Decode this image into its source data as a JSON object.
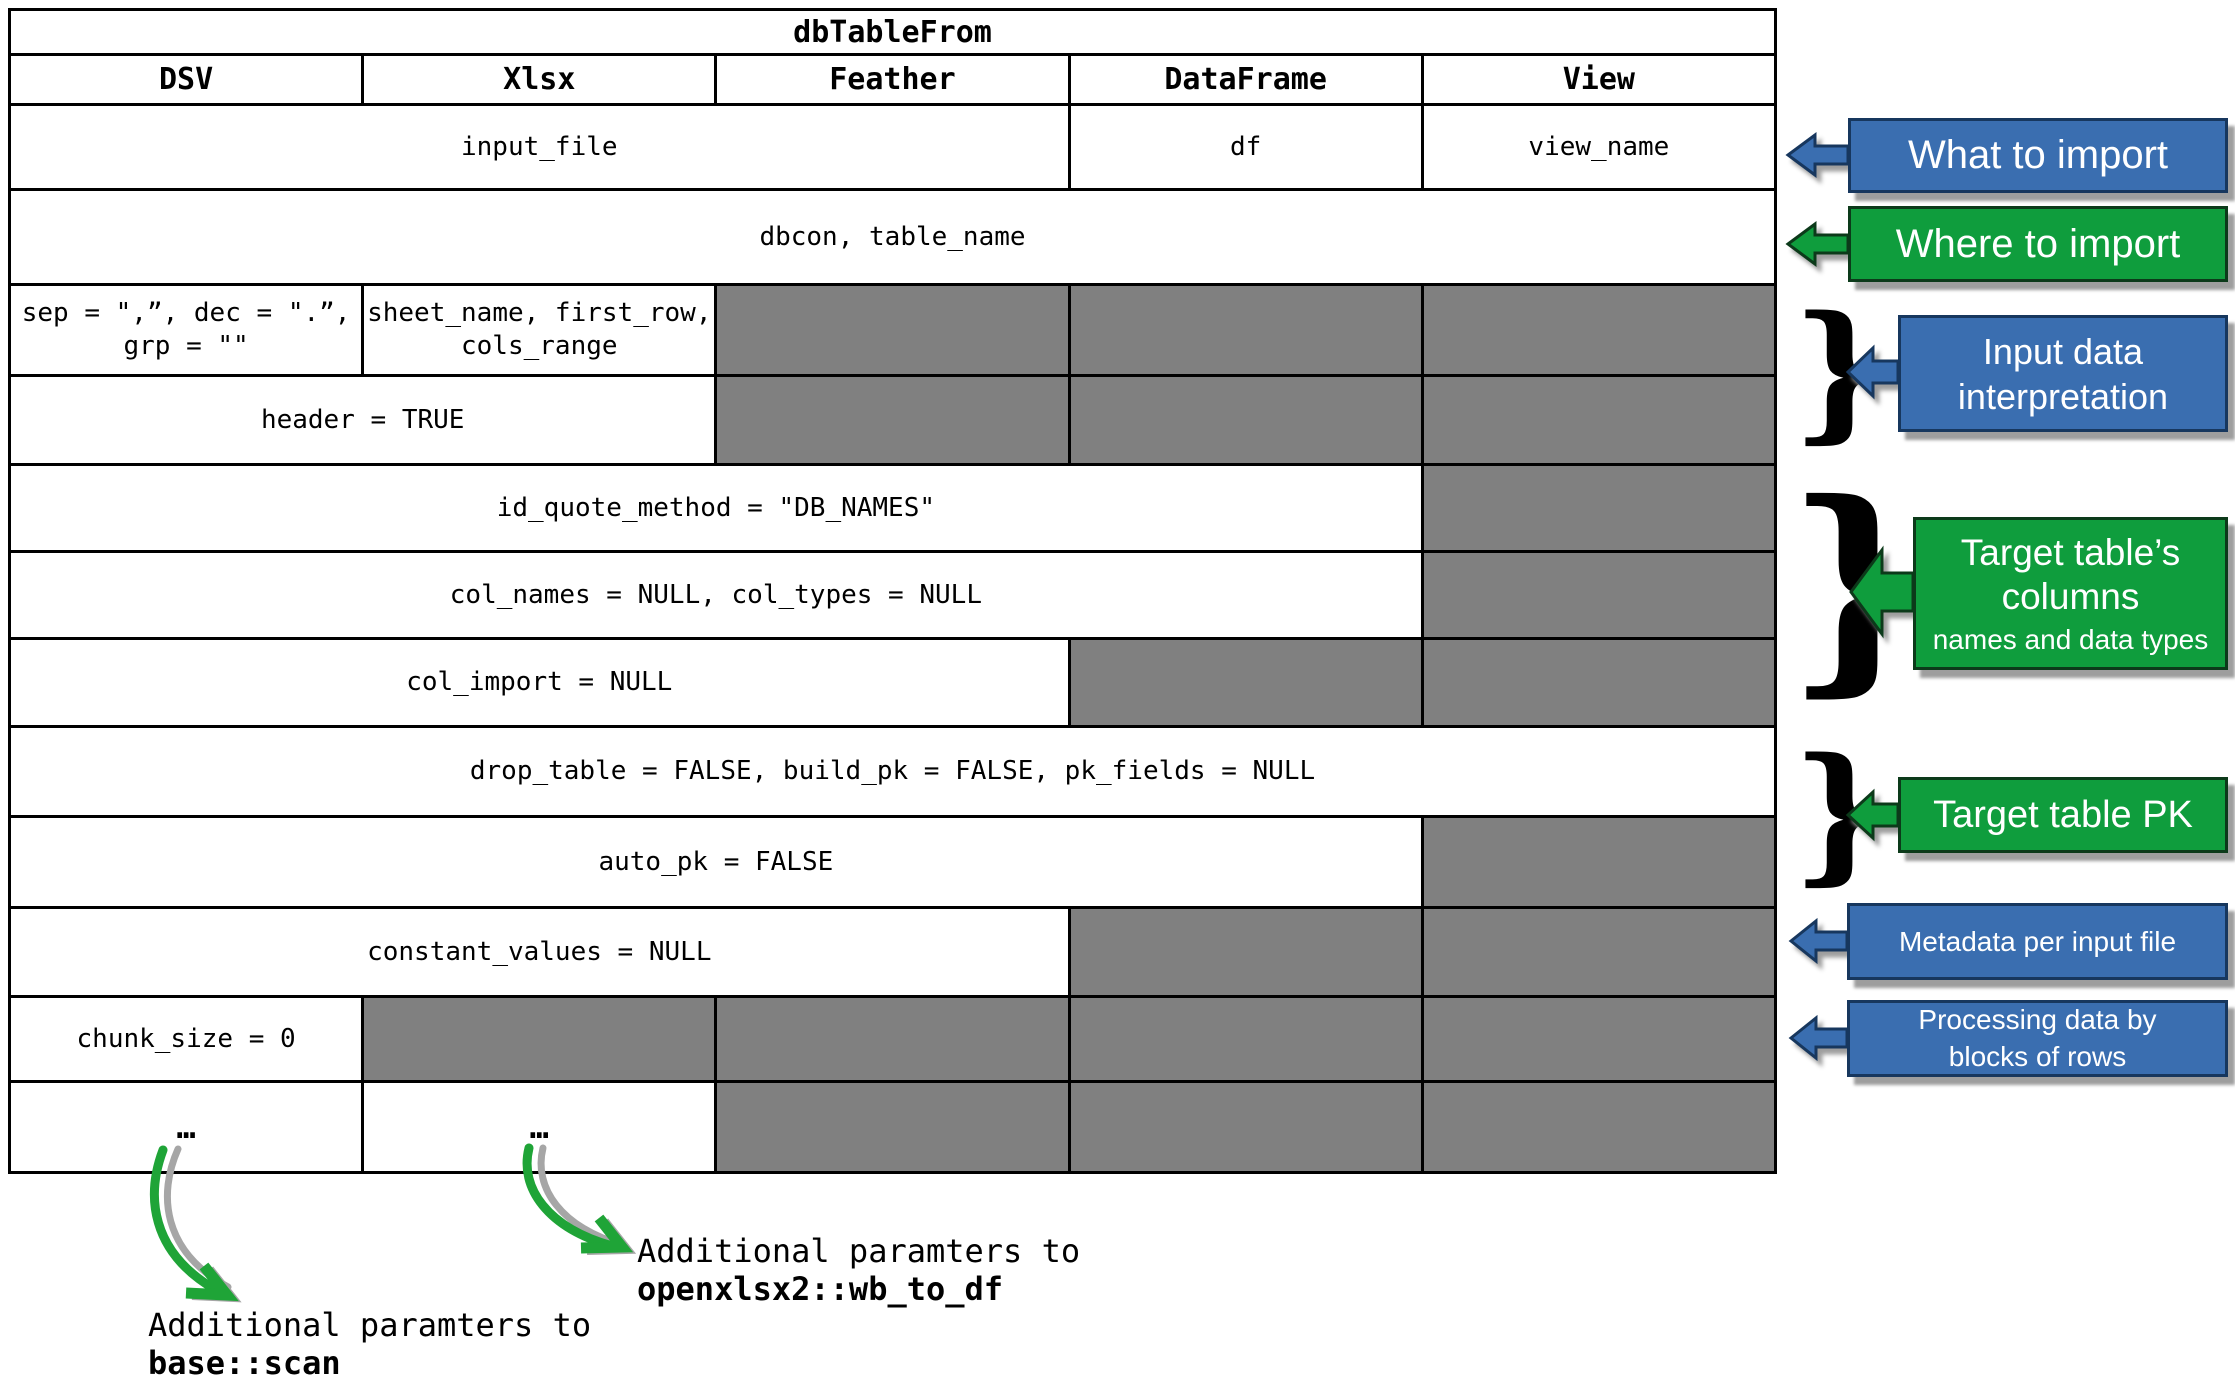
{
  "colors": {
    "blue": "#3a6eb0",
    "green": "#0f9d3d",
    "gray_cell": "#808080",
    "arrow_green": "#1fa437",
    "arrow_shadow": "#a6a6a6"
  },
  "table": {
    "title": "dbTableFrom",
    "columns": [
      "DSV",
      "Xlsx",
      "Feather",
      "DataFrame",
      "View"
    ],
    "rows": [
      {
        "cells": [
          {
            "text": "input_file",
            "span": 3
          },
          {
            "text": "df",
            "span": 1
          },
          {
            "text": "view_name",
            "span": 1
          }
        ]
      },
      {
        "cells": [
          {
            "text": "dbcon, table_name",
            "span": 5
          }
        ]
      },
      {
        "cells": [
          {
            "lines": [
              "sep = \",”, dec = \".”,",
              "grp = \"\""
            ],
            "span": 1
          },
          {
            "lines": [
              "sheet_name, first_row,",
              "cols_range"
            ],
            "span": 1
          },
          {
            "gray": true,
            "span": 1
          },
          {
            "gray": true,
            "span": 1
          },
          {
            "gray": true,
            "span": 1
          }
        ]
      },
      {
        "cells": [
          {
            "text": "header = TRUE",
            "span": 2
          },
          {
            "gray": true,
            "span": 1
          },
          {
            "gray": true,
            "span": 1
          },
          {
            "gray": true,
            "span": 1
          }
        ]
      },
      {
        "cells": [
          {
            "text": "id_quote_method = \"DB_NAMES\"",
            "span": 4
          },
          {
            "gray": true,
            "span": 1
          }
        ]
      },
      {
        "cells": [
          {
            "text": "col_names = NULL, col_types = NULL",
            "span": 4
          },
          {
            "gray": true,
            "span": 1
          }
        ]
      },
      {
        "cells": [
          {
            "text": "col_import = NULL",
            "span": 3
          },
          {
            "gray": true,
            "span": 1
          },
          {
            "gray": true,
            "span": 1
          }
        ]
      },
      {
        "cells": [
          {
            "text": "drop_table = FALSE, build_pk = FALSE, pk_fields = NULL",
            "span": 5
          }
        ]
      },
      {
        "cells": [
          {
            "text": "auto_pk = FALSE",
            "span": 4
          },
          {
            "gray": true,
            "span": 1
          }
        ]
      },
      {
        "cells": [
          {
            "text": "constant_values = NULL",
            "span": 3
          },
          {
            "gray": true,
            "span": 1
          },
          {
            "gray": true,
            "span": 1
          }
        ]
      },
      {
        "cells": [
          {
            "text": "chunk_size = 0",
            "span": 1
          },
          {
            "gray": true,
            "span": 1
          },
          {
            "gray": true,
            "span": 1
          },
          {
            "gray": true,
            "span": 1
          },
          {
            "gray": true,
            "span": 1
          }
        ]
      },
      {
        "cells": [
          {
            "text": "…",
            "span": 1,
            "bold": true
          },
          {
            "text": "…",
            "span": 1,
            "bold": true
          },
          {
            "gray": true,
            "span": 1
          },
          {
            "gray": true,
            "span": 1
          },
          {
            "gray": true,
            "span": 1
          }
        ]
      }
    ]
  },
  "callouts": [
    {
      "label": "What to import",
      "color": "blue"
    },
    {
      "label": "Where to import",
      "color": "green"
    },
    {
      "label": "Input data interpretation",
      "color": "blue"
    },
    {
      "label": "Target table’s columns",
      "sublabel": "names and data types",
      "color": "green"
    },
    {
      "label": "Target table PK",
      "color": "green"
    },
    {
      "label": "Metadata per input file",
      "color": "blue"
    },
    {
      "lines": [
        "Processing data by",
        "blocks of rows"
      ],
      "color": "blue"
    }
  ],
  "notes": [
    {
      "line": "Additional paramters to",
      "code": "base::scan"
    },
    {
      "line": "Additional paramters to",
      "code": "openxlsx2::wb_to_df"
    }
  ]
}
